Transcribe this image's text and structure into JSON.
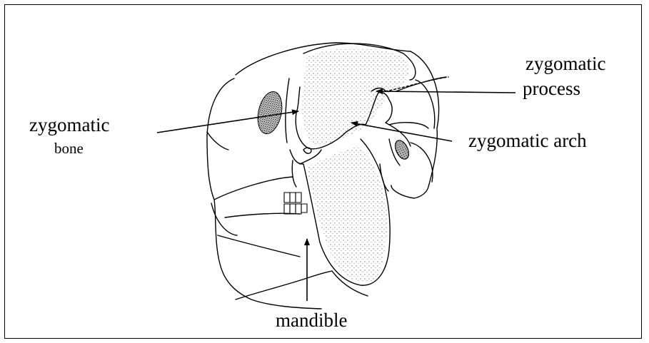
{
  "labels": {
    "zygomatic_bone_line1": "zygomatic",
    "zygomatic_bone_line2": "bone",
    "zygomatic_process_line1": "zygomatic",
    "zygomatic_process_line2": "process",
    "zygomatic_arch": "zygomatic arch",
    "mandible": "mandible"
  },
  "colors": {
    "ink": "#000000",
    "background": "#ffffff"
  }
}
